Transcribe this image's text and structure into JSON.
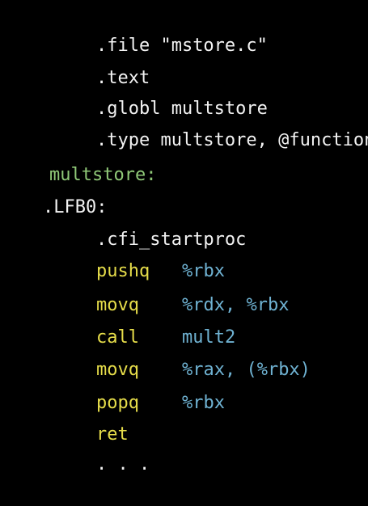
{
  "colors": {
    "background": "#000000",
    "text": "#f2f2f2",
    "label": "#90c978",
    "mnemonic": "#e6dd4a",
    "operand": "#6fb2d2"
  },
  "lines": [
    {
      "kind": "directive",
      "text": ".file \"mstore.c\""
    },
    {
      "kind": "directive",
      "text": ".text"
    },
    {
      "kind": "directive",
      "text": ".globl multstore"
    },
    {
      "kind": "directive",
      "text": ".type multstore, @function"
    },
    {
      "kind": "function-label",
      "text": "multstore:"
    },
    {
      "kind": "local-label",
      "text": ".LFB0:"
    },
    {
      "kind": "directive",
      "text": ".cfi_startproc"
    },
    {
      "kind": "instruction",
      "op": "pushq",
      "args": "%rbx"
    },
    {
      "kind": "instruction",
      "op": "movq",
      "args": "%rdx, %rbx"
    },
    {
      "kind": "instruction",
      "op": "call",
      "args": "mult2"
    },
    {
      "kind": "instruction",
      "op": "movq",
      "args": "%rax, (%rbx)"
    },
    {
      "kind": "instruction",
      "op": "popq",
      "args": "%rbx"
    },
    {
      "kind": "instruction",
      "op": "ret",
      "args": ""
    },
    {
      "kind": "ellipsis",
      "text": ". . ."
    }
  ]
}
